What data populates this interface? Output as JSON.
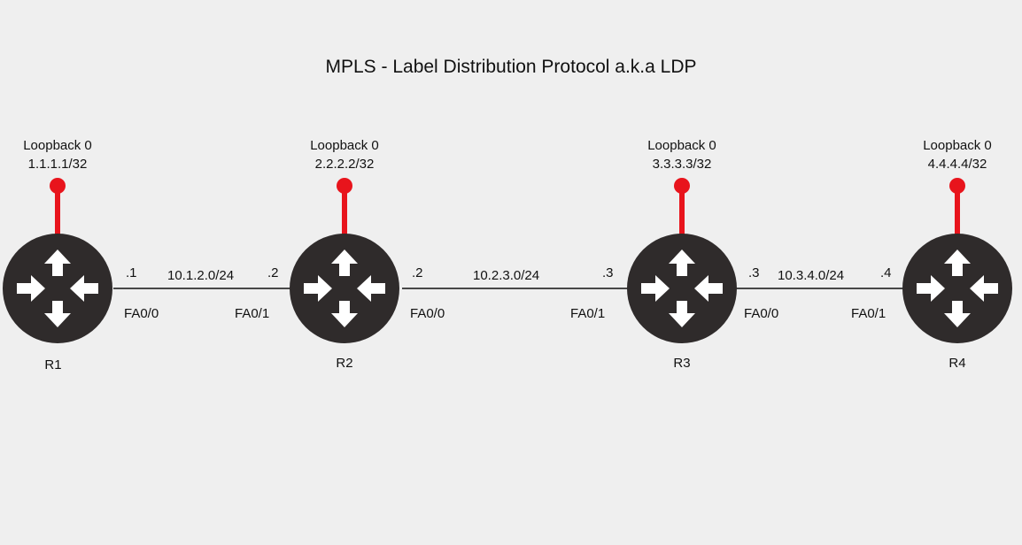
{
  "title": "MPLS - Label Distribution Protocol a.k.a LDP",
  "colors": {
    "background": "#efefef",
    "router_body": "#2f2b2b",
    "arrows": "#ffffff",
    "loopback": "#e8141c",
    "link": "#111111"
  },
  "routers": [
    {
      "name": "R1",
      "loopback_label": "Loopback 0",
      "loopback_ip": "1.1.1.1/32"
    },
    {
      "name": "R2",
      "loopback_label": "Loopback 0",
      "loopback_ip": "2.2.2.2/32"
    },
    {
      "name": "R3",
      "loopback_label": "Loopback 0",
      "loopback_ip": "3.3.3.3/32"
    },
    {
      "name": "R4",
      "loopback_label": "Loopback 0",
      "loopback_ip": "4.4.4.4/32"
    }
  ],
  "links": [
    {
      "network": "10.1.2.0/24",
      "left_host": ".1",
      "right_host": ".2",
      "left_intf": "FA0/0",
      "right_intf": "FA0/1"
    },
    {
      "network": "10.2.3.0/24",
      "left_host": ".2",
      "right_host": ".3",
      "left_intf": "FA0/0",
      "right_intf": "FA0/1"
    },
    {
      "network": "10.3.4.0/24",
      "left_host": ".3",
      "right_host": ".4",
      "left_intf": "FA0/0",
      "right_intf": "FA0/1"
    }
  ]
}
